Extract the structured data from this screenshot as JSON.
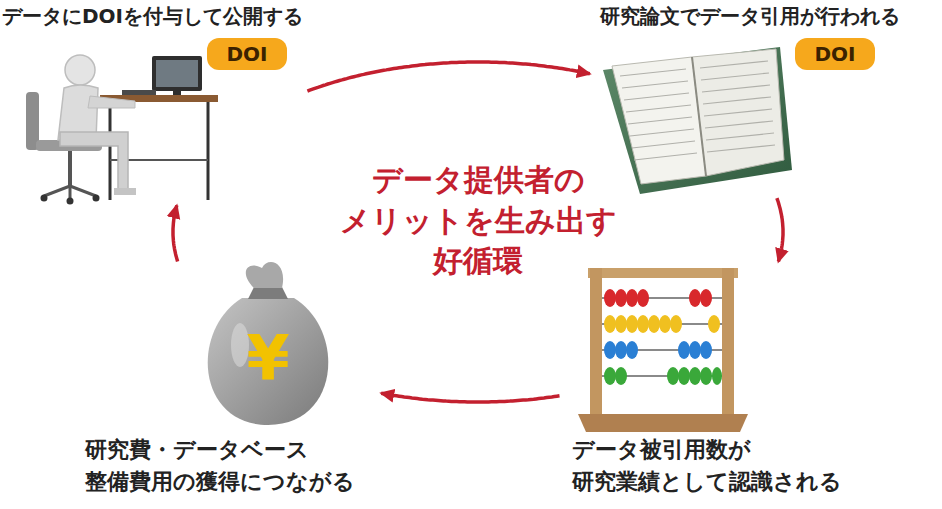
{
  "diagram": {
    "nodes": [
      {
        "text": [
          "データにDOIを付与して公開する"
        ]
      },
      {
        "text": [
          "DOI"
        ],
        "in": 0
      },
      {
        "text": [
          "研究論文でデータ引用が行われる"
        ]
      },
      {
        "text": [
          "DOI"
        ],
        "in": 2
      },
      {
        "text": [
          "データ被引用数が 研究業績として認識される"
        ]
      },
      {
        "text": [
          "研究費・データベース 整備費用の獲得につながる"
        ]
      }
    ],
    "edges": [
      {
        "from": 0,
        "to": 2,
        "arrow": "to"
      },
      {
        "from": 2,
        "to": 4,
        "arrow": "to"
      },
      {
        "from": 4,
        "to": 5,
        "arrow": "to"
      },
      {
        "from": 5,
        "to": 0,
        "arrow": "to"
      }
    ],
    "labels": [
      "データ提供者の メリットを生み出す 好循環",
      "¥"
    ]
  }
}
